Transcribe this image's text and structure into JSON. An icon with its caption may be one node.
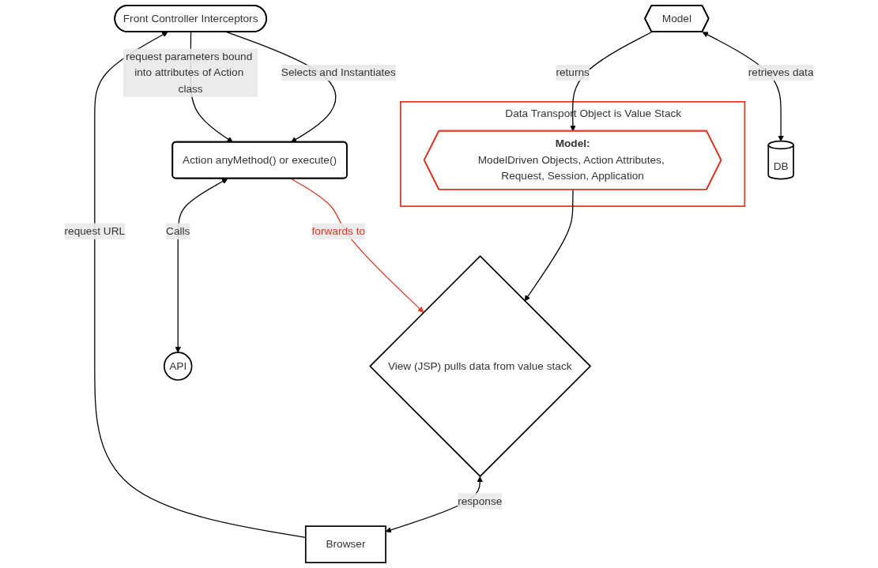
{
  "diagram": {
    "nodes": [
      {
        "text": [
          "Front Controller Interceptors"
        ]
      },
      {
        "text": [
          "Browser"
        ]
      },
      {
        "text": [
          "Action anyMethod() or execute()"
        ]
      },
      {
        "text": [
          "DB"
        ]
      },
      {
        "text": [
          "View (JSP) pulls data from value stack"
        ]
      },
      {
        "text": [
          "API"
        ]
      },
      {
        "text": [
          "Data Transport Object is Value Stack"
        ]
      },
      {
        "text": [
          "Model:",
          "ModelDriven Objects, Action Attributes, Request, Session, Application"
        ],
        "in": 6
      },
      {
        "text": [
          "Model"
        ]
      }
    ],
    "edges": [
      {
        "from": 1,
        "to": 0,
        "arrow": "to",
        "label": "request URL"
      },
      {
        "from": 0,
        "to": 2,
        "arrow": "to",
        "label": "Selects and Instantiates"
      },
      {
        "from": 0,
        "to": 2,
        "arrow": "to",
        "label": "request parameters bound into attributes of Action class"
      },
      {
        "from": 2,
        "to": 4,
        "arrow": "to",
        "label": "forwards to",
        "color": "#e8321e"
      },
      {
        "from": 2,
        "to": 5,
        "arrow": "both",
        "label": "Calls"
      },
      {
        "from": 8,
        "to": 3,
        "arrow": "both",
        "label": "retrieves data"
      },
      {
        "from": 8,
        "to": 7,
        "arrow": "to",
        "label": "returns"
      },
      {
        "from": 7,
        "to": 4,
        "arrow": "to"
      },
      {
        "from": 4,
        "to": 1,
        "arrow": "both",
        "label": "response"
      }
    ]
  }
}
